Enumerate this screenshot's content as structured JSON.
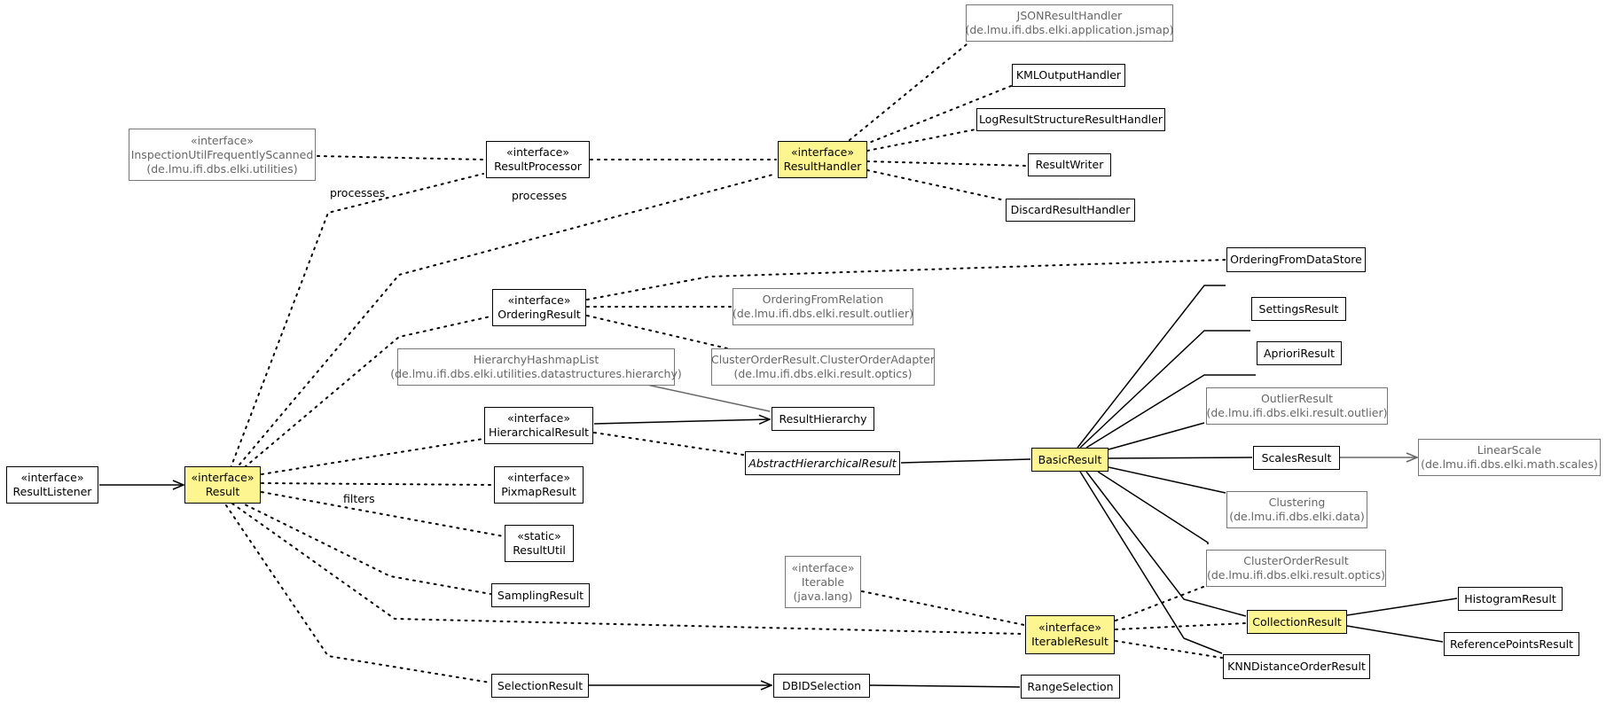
{
  "nodes": {
    "result_listener": {
      "stereotype": "«interface»",
      "name": "ResultListener"
    },
    "result": {
      "stereotype": "«interface»",
      "name": "Result"
    },
    "inspection": {
      "stereotype": "«interface»",
      "name": "InspectionUtilFrequentlyScanned",
      "pkg": "(de.lmu.ifi.dbs.elki.utilities)"
    },
    "result_processor": {
      "stereotype": "«interface»",
      "name": "ResultProcessor"
    },
    "result_handler": {
      "stereotype": "«interface»",
      "name": "ResultHandler"
    },
    "json_handler": {
      "name": "JSONResultHandler",
      "pkg": "(de.lmu.ifi.dbs.elki.application.jsmap)"
    },
    "kml_handler": {
      "name": "KMLOutputHandler"
    },
    "log_handler": {
      "name": "LogResultStructureResultHandler"
    },
    "result_writer": {
      "name": "ResultWriter"
    },
    "discard_handler": {
      "name": "DiscardResultHandler"
    },
    "ordering_result": {
      "stereotype": "«interface»",
      "name": "OrderingResult"
    },
    "ordering_from_datastore": {
      "name": "OrderingFromDataStore"
    },
    "ordering_from_relation": {
      "name": "OrderingFromRelation",
      "pkg": "(de.lmu.ifi.dbs.elki.result.outlier)"
    },
    "cluster_order_adapter": {
      "name": "ClusterOrderResult.ClusterOrderAdapter",
      "pkg": "(de.lmu.ifi.dbs.elki.result.optics)"
    },
    "hierarchy_hashmap": {
      "name": "HierarchyHashmapList",
      "pkg": "(de.lmu.ifi.dbs.elki.utilities.datastructures.hierarchy)"
    },
    "result_hierarchy": {
      "name": "ResultHierarchy"
    },
    "hierarchical_result": {
      "stereotype": "«interface»",
      "name": "HierarchicalResult"
    },
    "abstract_hierarchical": {
      "name": "AbstractHierarchicalResult"
    },
    "pixmap_result": {
      "stereotype": "«interface»",
      "name": "PixmapResult"
    },
    "result_util": {
      "stereotype": "«static»",
      "name": "ResultUtil"
    },
    "sampling_result": {
      "name": "SamplingResult"
    },
    "selection_result": {
      "name": "SelectionResult"
    },
    "dbid_selection": {
      "name": "DBIDSelection"
    },
    "range_selection": {
      "name": "RangeSelection"
    },
    "iterable": {
      "stereotype": "«interface»",
      "name": "Iterable",
      "pkg": "(java.lang)"
    },
    "iterable_result": {
      "stereotype": "«interface»",
      "name": "IterableResult"
    },
    "basic_result": {
      "name": "BasicResult"
    },
    "settings_result": {
      "name": "SettingsResult"
    },
    "apriori_result": {
      "name": "AprioriResult"
    },
    "outlier_result": {
      "name": "OutlierResult",
      "pkg": "(de.lmu.ifi.dbs.elki.result.outlier)"
    },
    "scales_result": {
      "name": "ScalesResult"
    },
    "linear_scale": {
      "name": "LinearScale",
      "pkg": "(de.lmu.ifi.dbs.elki.math.scales)"
    },
    "clustering": {
      "name": "Clustering",
      "pkg": "(de.lmu.ifi.dbs.elki.data)"
    },
    "cluster_order_result": {
      "name": "ClusterOrderResult",
      "pkg": "(de.lmu.ifi.dbs.elki.result.optics)"
    },
    "collection_result": {
      "name": "CollectionResult"
    },
    "histogram_result": {
      "name": "HistogramResult"
    },
    "reference_points_result": {
      "name": "ReferencePointsResult"
    },
    "knn_distance_order": {
      "name": "KNNDistanceOrderResult"
    }
  },
  "edge_labels": {
    "processes_1": "processes",
    "processes_2": "processes",
    "filters": "filters"
  },
  "colors": {
    "highlight": "#fdf58f",
    "external_border": "#777777",
    "line": "#000000"
  }
}
